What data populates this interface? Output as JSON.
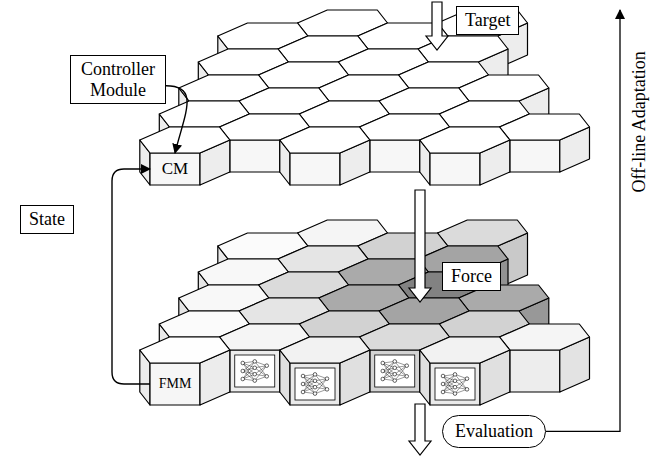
{
  "diagram": {
    "nodes": [
      {
        "text": [
          "Target"
        ]
      },
      {
        "text": [
          "Controller Module"
        ]
      },
      {
        "text": [
          "CM"
        ]
      },
      {
        "text": [
          "State"
        ]
      },
      {
        "text": [
          "Force"
        ]
      },
      {
        "text": [
          "FMM"
        ]
      },
      {
        "text": [
          "Evaluation"
        ]
      }
    ],
    "edges": [
      {
        "from": 1,
        "to": 2,
        "arrow": "to"
      },
      {
        "from": 5,
        "to": 2,
        "arrow": "to"
      }
    ],
    "labels": [
      "Off-line Adaptation"
    ]
  }
}
